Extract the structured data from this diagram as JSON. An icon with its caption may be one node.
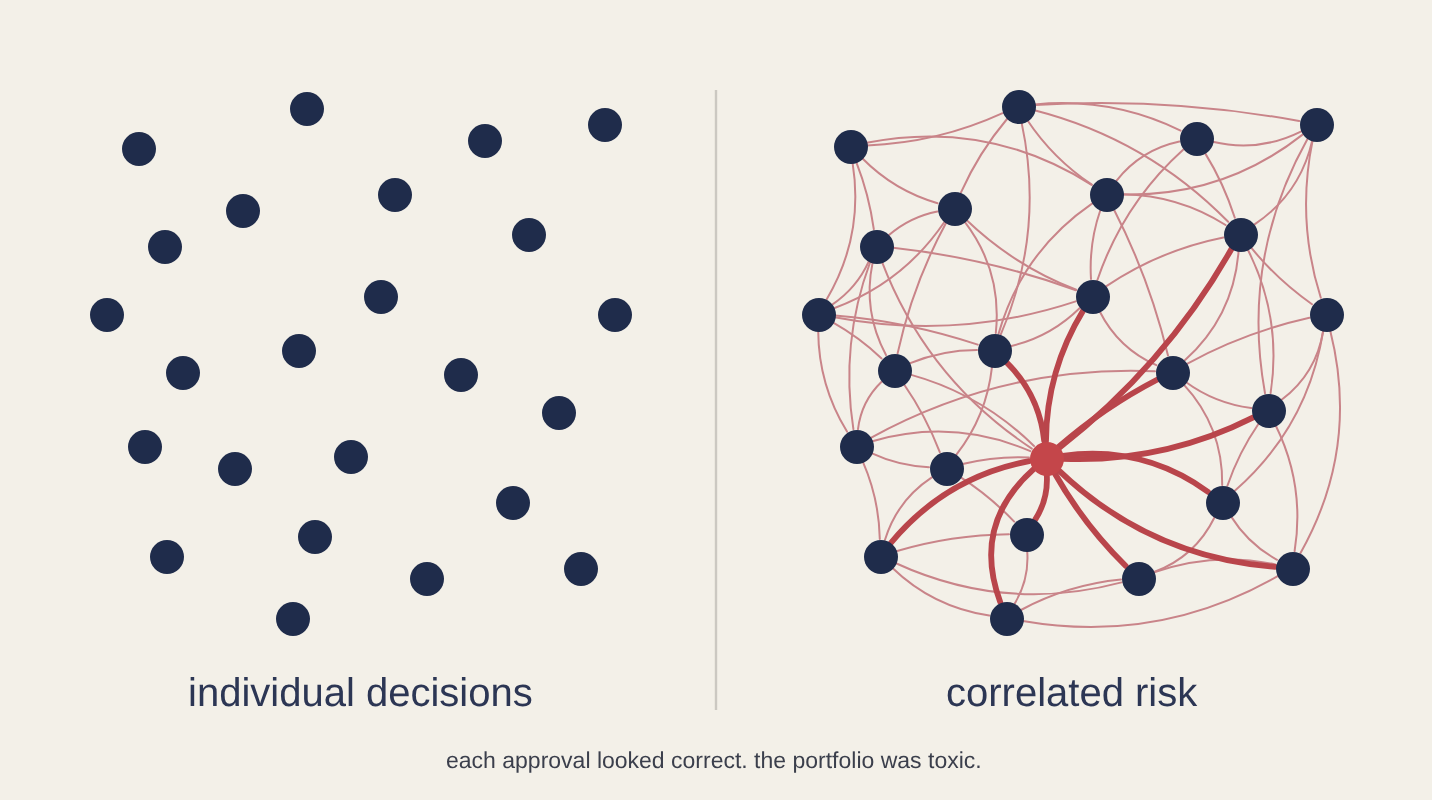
{
  "diagram": {
    "caption": "each approval looked correct. the portfolio was toxic.",
    "labels": [
      "individual decisions",
      "correlated risk"
    ],
    "nodes": [
      {
        "text": [],
        "shape": "circle"
      },
      {
        "text": [],
        "shape": "circle"
      },
      {
        "text": [],
        "shape": "circle"
      },
      {
        "text": [],
        "shape": "circle"
      },
      {
        "text": [],
        "shape": "circle"
      },
      {
        "text": [],
        "shape": "circle"
      },
      {
        "text": [],
        "shape": "circle"
      },
      {
        "text": [],
        "shape": "circle"
      },
      {
        "text": [],
        "shape": "circle"
      },
      {
        "text": [],
        "shape": "circle"
      },
      {
        "text": [],
        "shape": "circle"
      },
      {
        "text": [],
        "shape": "circle"
      },
      {
        "text": [],
        "shape": "circle"
      },
      {
        "text": [],
        "shape": "circle"
      },
      {
        "text": [],
        "shape": "circle"
      },
      {
        "text": [],
        "shape": "circle"
      },
      {
        "text": [],
        "shape": "circle"
      },
      {
        "text": [],
        "shape": "circle"
      },
      {
        "text": [],
        "shape": "circle"
      },
      {
        "text": [],
        "shape": "circle"
      },
      {
        "text": [],
        "shape": "circle"
      },
      {
        "text": [],
        "shape": "circle"
      },
      {
        "text": [],
        "shape": "circle"
      },
      {
        "text": [],
        "shape": "circle"
      },
      {
        "text": [],
        "shape": "circle"
      },
      {
        "text": [],
        "shape": "circle"
      },
      {
        "text": [],
        "shape": "circle"
      },
      {
        "text": [],
        "shape": "circle"
      },
      {
        "text": [],
        "shape": "circle"
      },
      {
        "text": [],
        "shape": "circle"
      },
      {
        "text": [],
        "shape": "circle"
      },
      {
        "text": [],
        "shape": "circle"
      },
      {
        "text": [],
        "shape": "circle"
      },
      {
        "text": [],
        "shape": "circle"
      },
      {
        "text": [],
        "shape": "circle"
      },
      {
        "text": [],
        "shape": "circle"
      },
      {
        "text": [],
        "shape": "circle"
      },
      {
        "text": [],
        "shape": "circle"
      },
      {
        "text": [],
        "shape": "circle"
      },
      {
        "text": [],
        "shape": "circle"
      },
      {
        "text": [],
        "shape": "circle"
      },
      {
        "text": [],
        "shape": "circle"
      },
      {
        "text": [],
        "shape": "circle"
      },
      {
        "text": [],
        "shape": "circle"
      },
      {
        "text": [],
        "shape": "circle"
      },
      {
        "text": [],
        "shape": "circle"
      },
      {
        "text": [],
        "shape": "circle"
      },
      {
        "text": [],
        "shape": "circle"
      }
    ],
    "edges": [
      {
        "from": 27,
        "to": 24,
        "arrow": "none"
      },
      {
        "from": 24,
        "to": 26,
        "arrow": "none"
      },
      {
        "from": 26,
        "to": 25,
        "arrow": "none"
      },
      {
        "from": 24,
        "to": 25,
        "arrow": "none"
      },
      {
        "from": 25,
        "to": 34,
        "arrow": "none"
      },
      {
        "from": 34,
        "to": 45,
        "arrow": "none"
      },
      {
        "from": 45,
        "to": 47,
        "arrow": "none"
      },
      {
        "from": 47,
        "to": 44,
        "arrow": "none"
      },
      {
        "from": 44,
        "to": 39,
        "arrow": "none"
      },
      {
        "from": 39,
        "to": 33,
        "arrow": "none"
      },
      {
        "from": 33,
        "to": 27,
        "arrow": "none"
      },
      {
        "from": 27,
        "to": 31,
        "arrow": "none"
      },
      {
        "from": 27,
        "to": 29,
        "arrow": "none"
      },
      {
        "from": 27,
        "to": 28,
        "arrow": "none"
      },
      {
        "from": 24,
        "to": 29,
        "arrow": "none"
      },
      {
        "from": 24,
        "to": 35,
        "arrow": "none"
      },
      {
        "from": 24,
        "to": 28,
        "arrow": "none"
      },
      {
        "from": 24,
        "to": 30,
        "arrow": "none"
      },
      {
        "from": 26,
        "to": 28,
        "arrow": "none"
      },
      {
        "from": 26,
        "to": 30,
        "arrow": "none"
      },
      {
        "from": 26,
        "to": 32,
        "arrow": "none"
      },
      {
        "from": 25,
        "to": 30,
        "arrow": "none"
      },
      {
        "from": 25,
        "to": 28,
        "arrow": "none"
      },
      {
        "from": 25,
        "to": 38,
        "arrow": "none"
      },
      {
        "from": 28,
        "to": 32,
        "arrow": "none"
      },
      {
        "from": 28,
        "to": 30,
        "arrow": "none"
      },
      {
        "from": 28,
        "to": 35,
        "arrow": "none"
      },
      {
        "from": 28,
        "to": 37,
        "arrow": "none"
      },
      {
        "from": 29,
        "to": 31,
        "arrow": "none"
      },
      {
        "from": 29,
        "to": 35,
        "arrow": "none"
      },
      {
        "from": 29,
        "to": 36,
        "arrow": "none"
      },
      {
        "from": 29,
        "to": 33,
        "arrow": "none"
      },
      {
        "from": 29,
        "to": 32,
        "arrow": "none"
      },
      {
        "from": 31,
        "to": 33,
        "arrow": "none"
      },
      {
        "from": 31,
        "to": 36,
        "arrow": "none"
      },
      {
        "from": 31,
        "to": 32,
        "arrow": "none"
      },
      {
        "from": 31,
        "to": 39,
        "arrow": "none"
      },
      {
        "from": 30,
        "to": 37,
        "arrow": "none"
      },
      {
        "from": 30,
        "to": 34,
        "arrow": "none"
      },
      {
        "from": 30,
        "to": 38,
        "arrow": "none"
      },
      {
        "from": 30,
        "to": 32,
        "arrow": "none"
      },
      {
        "from": 32,
        "to": 35,
        "arrow": "none"
      },
      {
        "from": 32,
        "to": 37,
        "arrow": "none"
      },
      {
        "from": 33,
        "to": 36,
        "arrow": "none"
      },
      {
        "from": 33,
        "to": 32,
        "arrow": "none"
      },
      {
        "from": 34,
        "to": 38,
        "arrow": "none"
      },
      {
        "from": 34,
        "to": 37,
        "arrow": "none"
      },
      {
        "from": 34,
        "to": 42,
        "arrow": "none"
      },
      {
        "from": 35,
        "to": 36,
        "arrow": "none"
      },
      {
        "from": 35,
        "to": 41,
        "arrow": "none"
      },
      {
        "from": 36,
        "to": 39,
        "arrow": "none"
      },
      {
        "from": 36,
        "to": 41,
        "arrow": "none"
      },
      {
        "from": 37,
        "to": 38,
        "arrow": "none"
      },
      {
        "from": 37,
        "to": 42,
        "arrow": "none"
      },
      {
        "from": 38,
        "to": 42,
        "arrow": "none"
      },
      {
        "from": 38,
        "to": 45,
        "arrow": "none"
      },
      {
        "from": 39,
        "to": 41,
        "arrow": "none"
      },
      {
        "from": 39,
        "to": 37,
        "arrow": "none"
      },
      {
        "from": 41,
        "to": 44,
        "arrow": "none"
      },
      {
        "from": 41,
        "to": 43,
        "arrow": "none"
      },
      {
        "from": 42,
        "to": 45,
        "arrow": "none"
      },
      {
        "from": 42,
        "to": 46,
        "arrow": "none"
      },
      {
        "from": 43,
        "to": 44,
        "arrow": "none"
      },
      {
        "from": 43,
        "to": 47,
        "arrow": "none"
      },
      {
        "from": 46,
        "to": 47,
        "arrow": "none"
      },
      {
        "from": 46,
        "to": 45,
        "arrow": "none"
      },
      {
        "from": 44,
        "to": 46,
        "arrow": "none"
      },
      {
        "from": 33,
        "to": 35,
        "arrow": "none"
      },
      {
        "from": 40,
        "to": 36,
        "arrow": "none"
      },
      {
        "from": 40,
        "to": 39,
        "arrow": "none"
      },
      {
        "from": 40,
        "to": 41,
        "arrow": "none"
      },
      {
        "from": 40,
        "to": 31,
        "arrow": "none"
      },
      {
        "from": 40,
        "to": 30,
        "arrow": "none",
        "style": "thick",
        "color": "#b9454b"
      },
      {
        "from": 40,
        "to": 32,
        "arrow": "none",
        "style": "thick",
        "color": "#b9454b"
      },
      {
        "from": 40,
        "to": 35,
        "arrow": "none",
        "style": "thick",
        "color": "#b9454b"
      },
      {
        "from": 40,
        "to": 37,
        "arrow": "none",
        "style": "thick",
        "color": "#b9454b"
      },
      {
        "from": 40,
        "to": 38,
        "arrow": "none",
        "style": "thick",
        "color": "#b9454b"
      },
      {
        "from": 40,
        "to": 42,
        "arrow": "none",
        "style": "thick",
        "color": "#b9454b"
      },
      {
        "from": 40,
        "to": 46,
        "arrow": "none",
        "style": "thick",
        "color": "#b9454b"
      },
      {
        "from": 40,
        "to": 43,
        "arrow": "none",
        "style": "thick",
        "color": "#b9454b"
      },
      {
        "from": 40,
        "to": 47,
        "arrow": "none",
        "style": "thick",
        "color": "#b9454b"
      },
      {
        "from": 40,
        "to": 45,
        "arrow": "none",
        "style": "thick",
        "color": "#b9454b"
      },
      {
        "from": 40,
        "to": 44,
        "arrow": "none",
        "style": "thick",
        "color": "#b9454b"
      }
    ]
  }
}
